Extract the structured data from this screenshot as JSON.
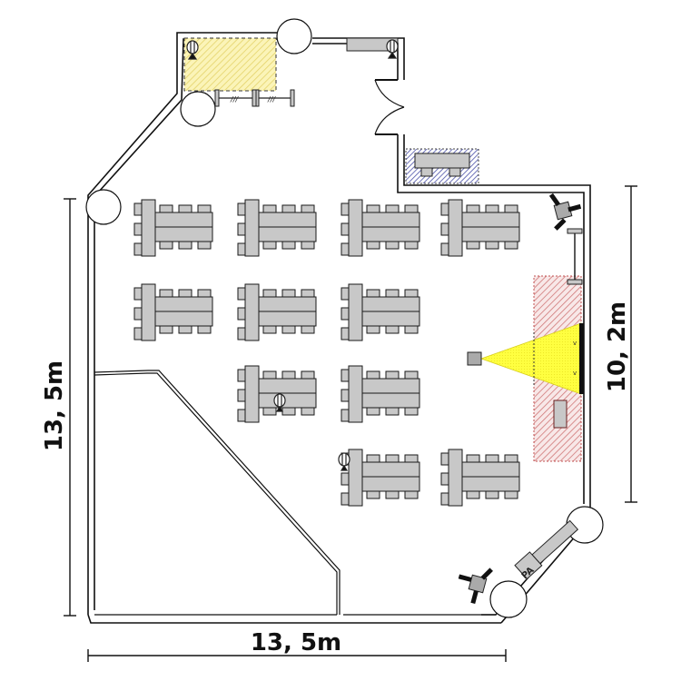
{
  "plan": {
    "title": "Room layout floor plan",
    "dimensions": {
      "bottom_width": "13, 5m",
      "left_height": "13, 5m",
      "right_height": "10, 2m"
    },
    "equipment_labels": {
      "pa": "PA"
    },
    "zones": [
      {
        "name": "catering-zone",
        "color": "#f2e98a"
      },
      {
        "name": "registration-zone",
        "color": "#5a5fb0"
      },
      {
        "name": "stage-zone",
        "color": "#d98a8a"
      },
      {
        "name": "projection-beam",
        "color": "#ffff33"
      }
    ],
    "colors": {
      "furniture": "#c8c8c8",
      "outline": "#1a1a1a",
      "wall": "#111111"
    },
    "table_groups": {
      "count": 11,
      "chairs_per_group": 9,
      "rows": [
        {
          "row": 1,
          "groups": 4
        },
        {
          "row": 2,
          "groups": 3
        },
        {
          "row": 3,
          "groups": 2
        },
        {
          "row": 4,
          "groups": 2
        }
      ]
    },
    "speakers": 2,
    "microphones": 4
  }
}
